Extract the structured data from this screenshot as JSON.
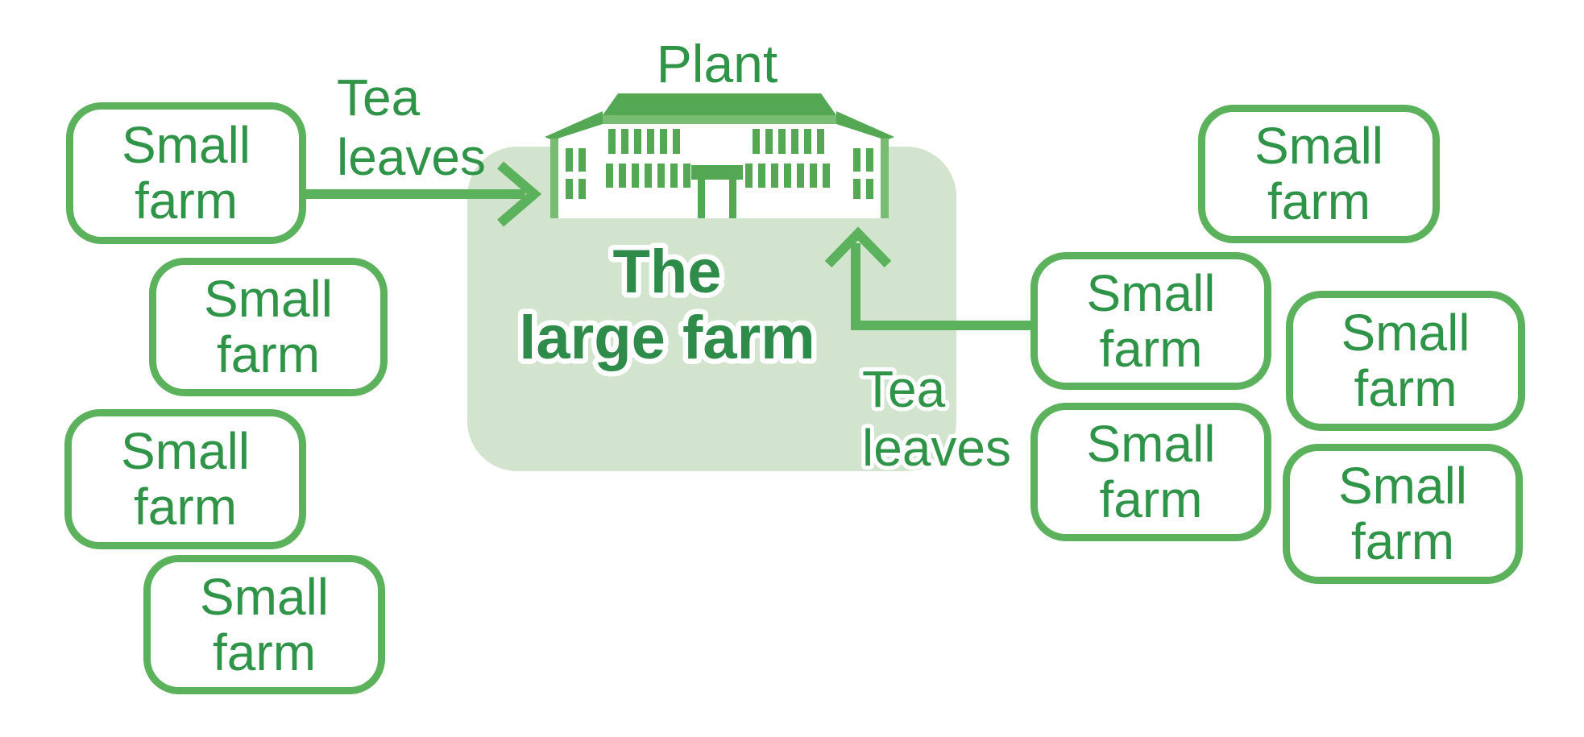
{
  "diagram": {
    "plant_label": "Plant",
    "large_farm": {
      "line1": "The",
      "line2": "large farm"
    },
    "tea_leaves": {
      "line1": "Tea",
      "line2": "leaves"
    },
    "small_farm": {
      "line1": "Small",
      "line2": "farm",
      "full_label": "Small farm"
    },
    "counts": {
      "left_small_farms": 4,
      "right_small_farms": 5,
      "total_small_farms": 9
    },
    "colors": {
      "accent_green": "#5CB25C",
      "building_green": "#54A854",
      "building_light_green": "#77BC70",
      "pale_green_fill": "#D3E4CE",
      "label_text_green": "#2F9447",
      "title_text_green": "#2E8B49"
    }
  }
}
